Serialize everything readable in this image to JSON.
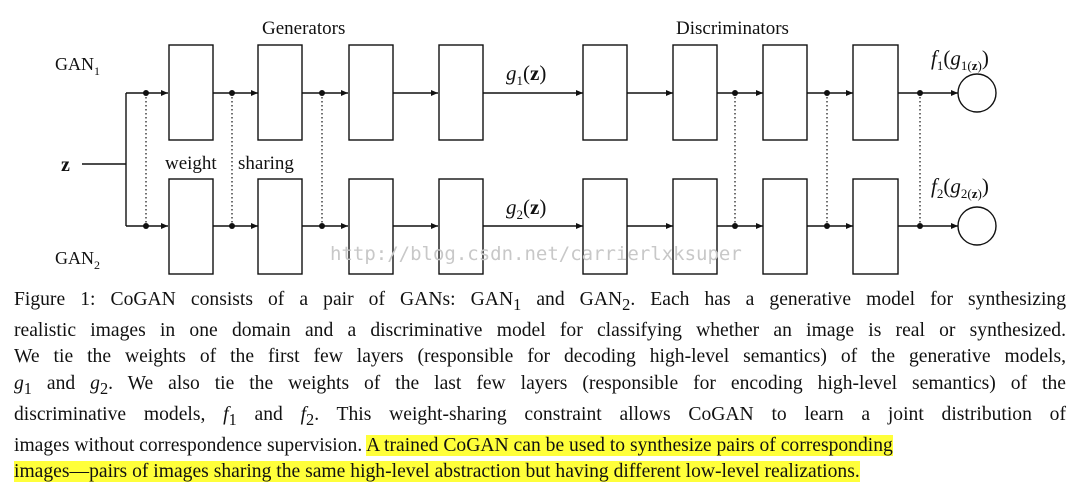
{
  "diagram": {
    "generators_label": "Generators",
    "discriminators_label": "Discriminators",
    "gan1_label": "GAN",
    "gan1_sub": "1",
    "gan2_label": "GAN",
    "gan2_sub": "2",
    "z_label": "z",
    "weight_label": "weight",
    "sharing_label": "sharing",
    "g1_output": {
      "fn": "g",
      "sub": "1",
      "arg": "z"
    },
    "g2_output": {
      "fn": "g",
      "sub": "2",
      "arg": "z"
    },
    "f1_output": {
      "outer": "f",
      "outer_sub": "1",
      "inner": "g",
      "inner_sub": "1",
      "arg": "z"
    },
    "f2_output": {
      "outer": "f",
      "outer_sub": "2",
      "inner": "g",
      "inner_sub": "2",
      "arg": "z"
    },
    "watermark": "http://blog.csdn.net/carrierlxksuper"
  },
  "caption": {
    "line1": {
      "a": "Figure 1: CoGAN consists of a pair of GANs: GAN",
      "a_sub": "1",
      "b": " and GAN",
      "b_sub": "2",
      "c": ". Each has a generative model for synthesizing"
    },
    "line2": "realistic images in one domain and a discriminative model for classifying whether an image is real or synthesized.",
    "line3": "We tie the weights of the first few layers (responsible for decoding high-level semantics) of the generative models,",
    "line4": {
      "g1": "g",
      "g1_sub": "1",
      "and": " and ",
      "g2": "g",
      "g2_sub": "2",
      "rest": ". We also tie the weights of the last few layers (responsible for encoding high-level semantics) of the"
    },
    "line5": {
      "a": "discriminative models, ",
      "f1": "f",
      "f1_sub": "1",
      "and": " and ",
      "f2": "f",
      "f2_sub": "2",
      "rest": ". This weight-sharing constraint allows CoGAN to learn a joint distribution of"
    },
    "line6": {
      "plain": "images without correspondence supervision. ",
      "highlight": "A trained CoGAN can be used to synthesize pairs of corresponding"
    },
    "line7": {
      "highlight": "images—pairs of images sharing the same high-level abstraction but having different low-level realizations."
    }
  }
}
